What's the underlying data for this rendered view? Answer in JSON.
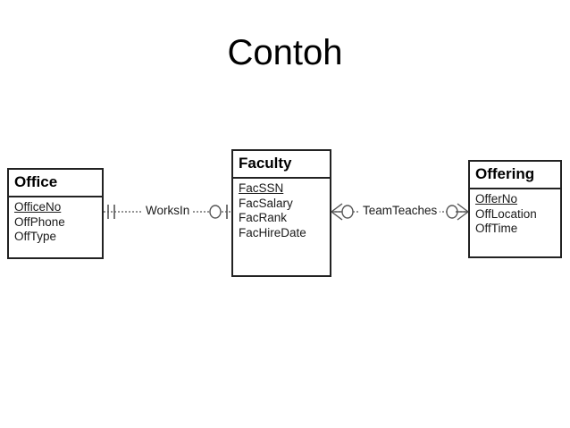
{
  "slide": {
    "title": "Contoh",
    "background_color": "#ffffff",
    "line_color": "#222222",
    "text_color": "#000000"
  },
  "entities": [
    {
      "name": "Office",
      "attributes": [
        {
          "label": "OfficeNo",
          "primary_key": true
        },
        {
          "label": "OffPhone",
          "primary_key": false
        },
        {
          "label": "OffType",
          "primary_key": false
        }
      ]
    },
    {
      "name": "Faculty",
      "attributes": [
        {
          "label": "FacSSN",
          "primary_key": true
        },
        {
          "label": "FacSalary",
          "primary_key": false
        },
        {
          "label": "FacRank",
          "primary_key": false
        },
        {
          "label": "FacHireDate",
          "primary_key": false
        }
      ]
    },
    {
      "name": "Offering",
      "attributes": [
        {
          "label": "OfferNo",
          "primary_key": true
        },
        {
          "label": "OffLocation",
          "primary_key": false
        },
        {
          "label": "OffTime",
          "primary_key": false
        }
      ]
    }
  ],
  "relationships": [
    {
      "label": "WorksIn",
      "from_entity": "Office",
      "to_entity": "Faculty",
      "from_cardinality": "exactly-one",
      "to_cardinality": "zero-or-one"
    },
    {
      "label": "TeamTeaches",
      "from_entity": "Faculty",
      "to_entity": "Offering",
      "from_cardinality": "zero-or-many",
      "to_cardinality": "zero-or-many"
    }
  ]
}
